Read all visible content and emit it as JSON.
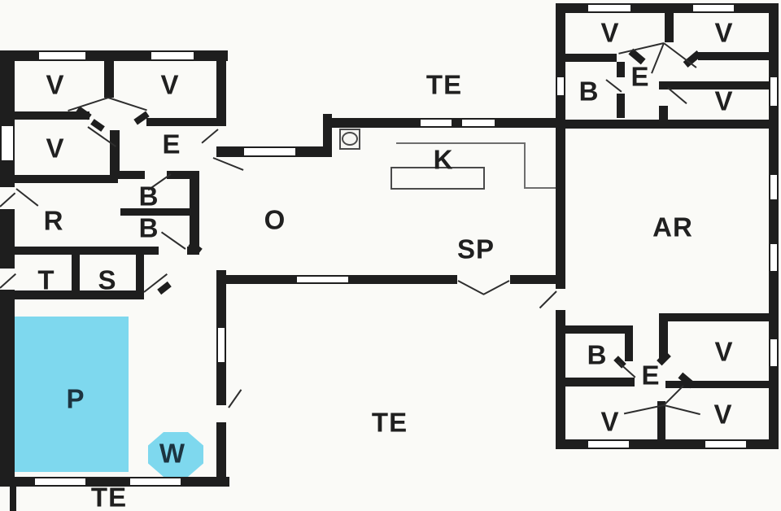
{
  "colors": {
    "background": "#fafaf7",
    "wall": "#1e1e1e",
    "pool": "#7ed8ee",
    "label": "#202020",
    "pool_label": "#1c3440",
    "door_line": "#2e2e2e",
    "counter_line": "#6e6e6e"
  },
  "labels": [
    {
      "text": "V"
    },
    {
      "text": "V"
    },
    {
      "text": "V"
    },
    {
      "text": "E"
    },
    {
      "text": "B"
    },
    {
      "text": "B"
    },
    {
      "text": "R"
    },
    {
      "text": "T"
    },
    {
      "text": "S"
    },
    {
      "text": "P"
    },
    {
      "text": "W"
    },
    {
      "text": "TE"
    },
    {
      "text": "TE"
    },
    {
      "text": "K"
    },
    {
      "text": "O"
    },
    {
      "text": "SP"
    },
    {
      "text": "TE"
    },
    {
      "text": "V"
    },
    {
      "text": "V"
    },
    {
      "text": "B"
    },
    {
      "text": "E"
    },
    {
      "text": "V"
    },
    {
      "text": "AR"
    },
    {
      "text": "B"
    },
    {
      "text": "E"
    },
    {
      "text": "V"
    },
    {
      "text": "V"
    },
    {
      "text": "V"
    }
  ]
}
